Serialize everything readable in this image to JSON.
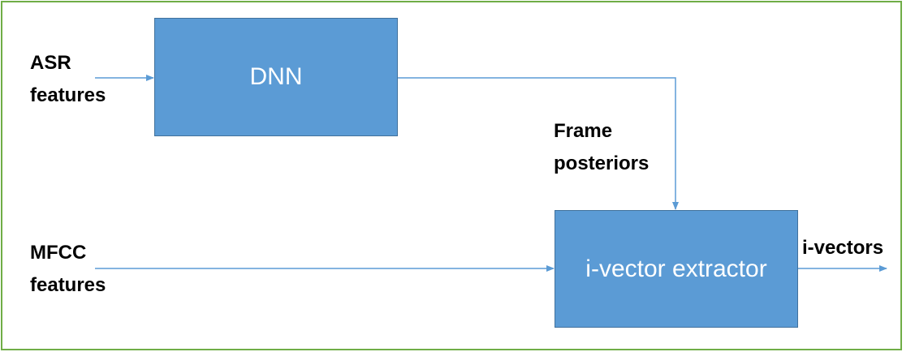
{
  "colors": {
    "frame_border": "#70ad47",
    "box_fill": "#5b9bd5",
    "box_border": "#41719c",
    "arrow": "#5b9bd5",
    "box_text": "#ffffff",
    "label_text": "#000000"
  },
  "nodes": {
    "dnn": {
      "label": "DNN"
    },
    "extractor": {
      "label": "i-vector extractor"
    }
  },
  "labels": {
    "asr": {
      "line1": "ASR",
      "line2": "features"
    },
    "mfcc": {
      "line1": "MFCC",
      "line2": "features"
    },
    "posteriors": {
      "line1": "Frame",
      "line2": "posteriors"
    },
    "output": {
      "text": "i-vectors"
    }
  },
  "edges": [
    {
      "from": "ASR features",
      "to": "DNN"
    },
    {
      "from": "DNN",
      "to": "i-vector extractor",
      "label": "Frame posteriors"
    },
    {
      "from": "MFCC features",
      "to": "i-vector extractor"
    },
    {
      "from": "i-vector extractor",
      "to": "i-vectors"
    }
  ]
}
